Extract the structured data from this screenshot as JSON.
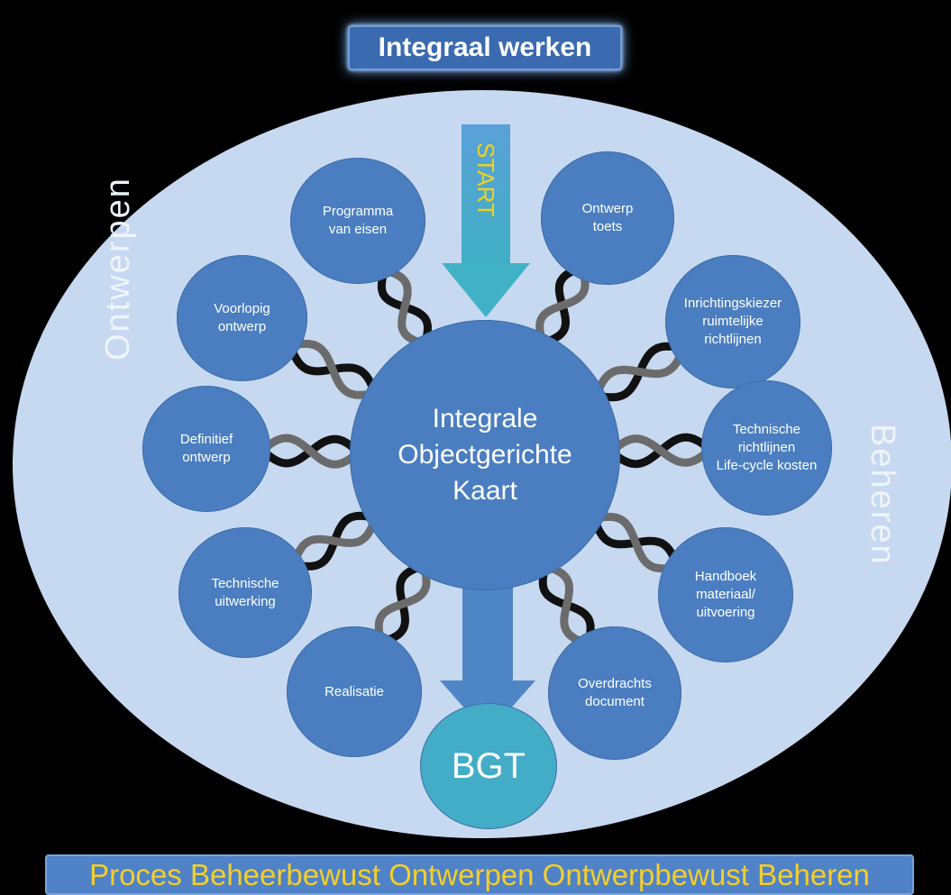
{
  "title": "Integraal werken",
  "bottom_banner": "Proces Beheerbewust Ontwerpen Ontwerpbewust Beheren",
  "left_label": "Ontwerpen",
  "right_label": "Beheren",
  "start_label": "START",
  "center": "Integrale\nObjectgerichte\nKaart",
  "bgt": "BGT",
  "nodes": {
    "programma": "Programma\nvan eisen",
    "voorlopig": "Voorlopig\nontwerp",
    "definitief": "Definitief\nontwerp",
    "technische_uitwerking": "Technische\nuitwerking",
    "realisatie": "Realisatie",
    "ontwerp_toets": "Ontwerp\ntoets",
    "inrichtingskiezer": "Inrichtingskiezer\nruimtelijke\nrichtlijnen",
    "technische_richtlijnen": "Technische\nrichtlijnen\nLife-cycle kosten",
    "handboek": "Handboek\nmateriaal/\nuitvoering",
    "overdrachts": "Overdrachts\ndocument"
  },
  "colors": {
    "background": "#000000",
    "ellipse": "#c7d9f0",
    "node": "#4a7ec0",
    "arrow": "#4da8c4",
    "start_text": "#f1d21c",
    "bgt": "#43adc7",
    "banner_text": "#f5ce2a"
  }
}
